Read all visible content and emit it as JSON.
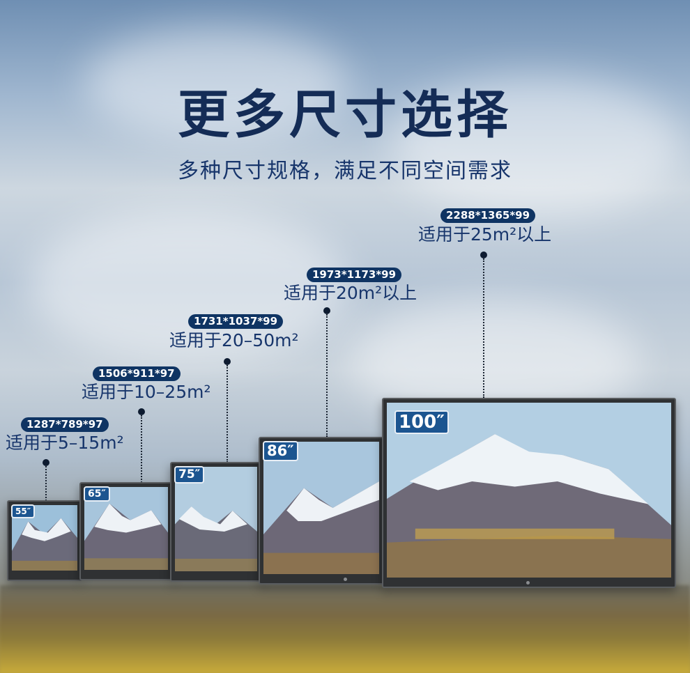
{
  "title": "更多尺寸选择",
  "subtitle": "多种尺寸规格，满足不同空间需求",
  "products": [
    {
      "size": "55",
      "inch_mark": "″",
      "dims": "1287*789*97",
      "area": "适用于5–15m²"
    },
    {
      "size": "65",
      "inch_mark": "″",
      "dims": "1506*911*97",
      "area": "适用于10–25m²"
    },
    {
      "size": "75",
      "inch_mark": "″",
      "dims": "1731*1037*99",
      "area": "适用于20–50m²"
    },
    {
      "size": "86",
      "inch_mark": "″",
      "dims": "1973*1173*99",
      "area": "适用于20m²以上"
    },
    {
      "size": "100",
      "inch_mark": "″",
      "dims": "2288*1365*99",
      "area": "适用于25m²以上"
    }
  ],
  "colors": {
    "title": "#142c56",
    "badge": "#0f3463",
    "frame": "#2f3133"
  }
}
